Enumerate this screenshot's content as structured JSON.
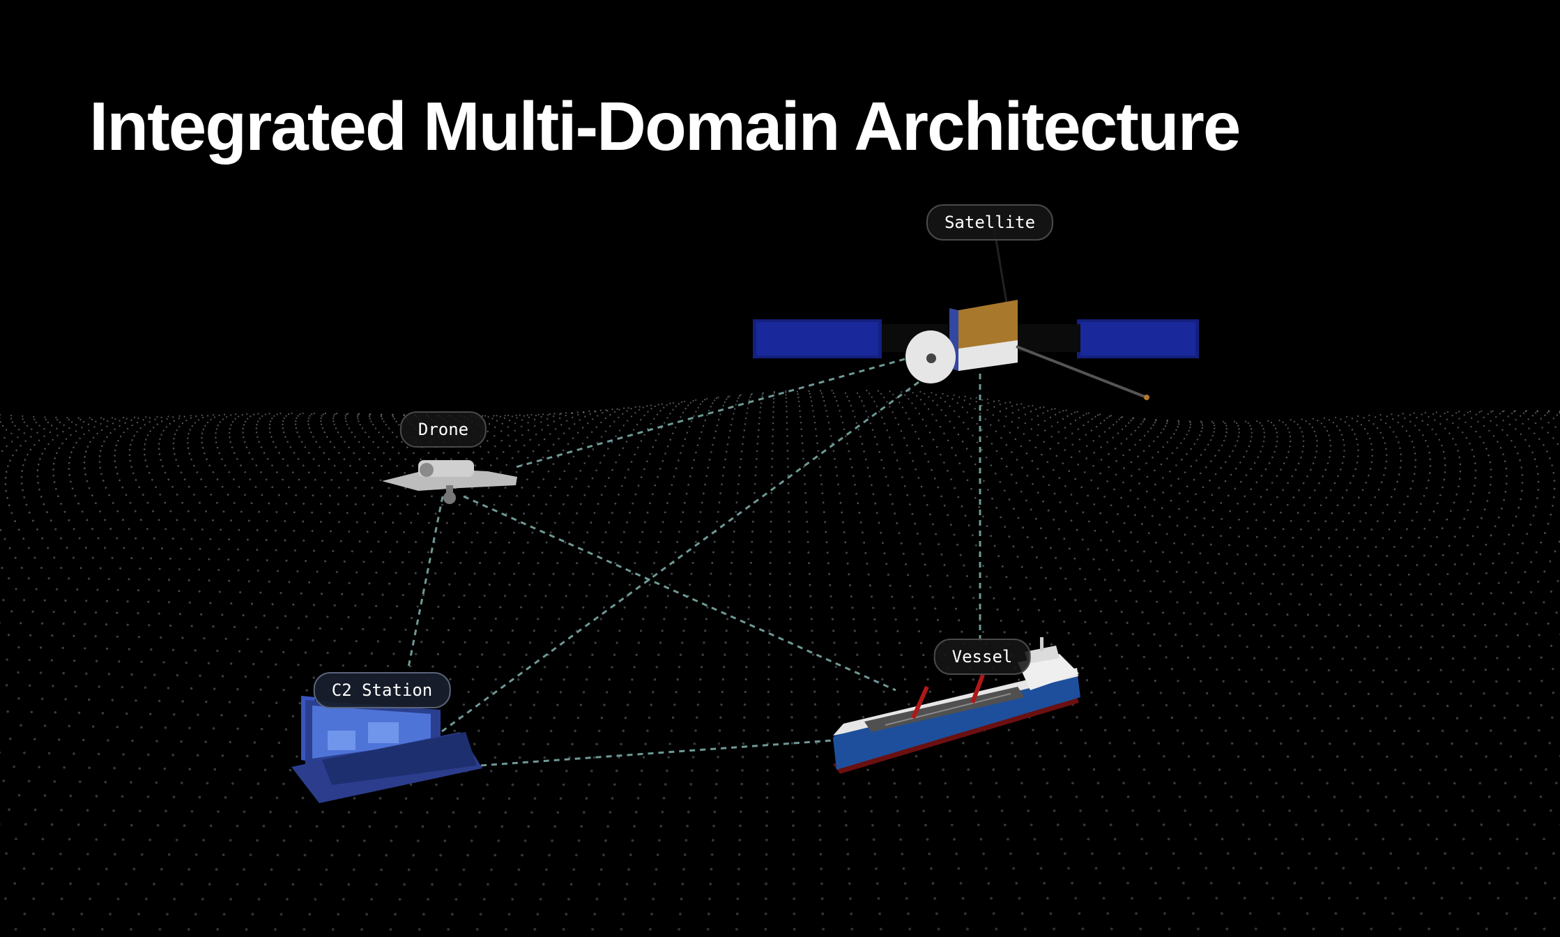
{
  "title": "Integrated Multi-Domain Architecture",
  "nodes": {
    "satellite": {
      "label": "Satellite"
    },
    "drone": {
      "label": "Drone"
    },
    "c2_station": {
      "label": "C2 Station"
    },
    "vessel": {
      "label": "Vessel"
    }
  },
  "links": [
    {
      "from": "satellite",
      "to": "drone"
    },
    {
      "from": "satellite",
      "to": "c2_station"
    },
    {
      "from": "satellite",
      "to": "vessel"
    },
    {
      "from": "drone",
      "to": "vessel"
    },
    {
      "from": "drone",
      "to": "c2_station"
    },
    {
      "from": "c2_station",
      "to": "vessel"
    }
  ],
  "colors": {
    "background": "#000000",
    "link": "#6e9a96",
    "grid_dot": "#9aa3a8",
    "solar_panel": "#1a2a9e",
    "satellite_body": "#a8782c",
    "station": "#2a3f8f",
    "vessel_hull": "#1e4f9c"
  }
}
